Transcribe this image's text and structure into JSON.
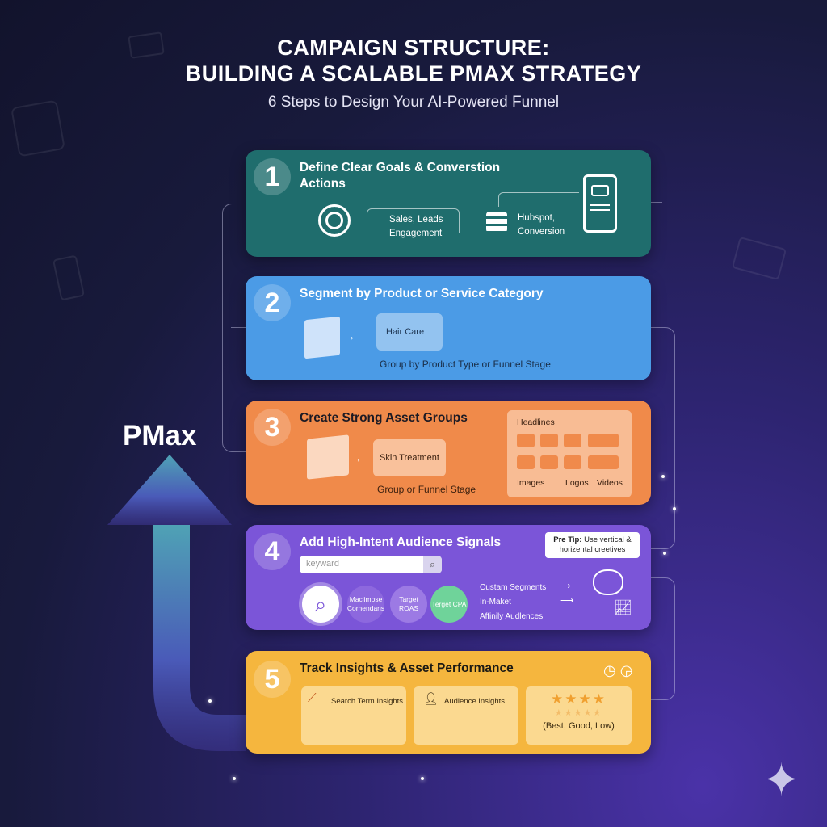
{
  "header": {
    "title_line1": "CAMPAIGN STRUCTURE:",
    "title_line2": "BUILDING A SCALABLE PMAX STRATEGY",
    "subtitle": "6 Steps to Design Your AI-Powered Funnel"
  },
  "arrow_label": "PMax",
  "steps": [
    {
      "number": "1",
      "title": "Define Clear Goals & Converstion Actions",
      "goals": "Sales, Leads\nEngagement",
      "tracking": "Hubspot,\nConversion",
      "color": "#1e6b6c"
    },
    {
      "number": "2",
      "title": "Segment by Product or Service Category",
      "category": "Hair Care",
      "caption": "Group by Product Type or Funnel Stage",
      "color": "#4b9be6"
    },
    {
      "number": "3",
      "title": "Create Strong Asset Groups",
      "group": "Skin Treatment",
      "caption": "Group or Funnel Stage",
      "assets_title": "Headlines",
      "asset_labels": [
        "Images",
        "Logos",
        "Videos"
      ],
      "color": "#f08a4a"
    },
    {
      "number": "4",
      "title": "Add High-Intent Audience Signals",
      "search_placeholder": "keyward",
      "tip_bold": "Pre Tip:",
      "tip_text": " Use vertical & horizental creetives",
      "circles": [
        "Maclimose Cornendans",
        "Target ROAS",
        "Terget CPA"
      ],
      "audiences": [
        "Custam Segments",
        "In-Maket",
        "Affinily Audlences"
      ],
      "color": "#7b55d8"
    },
    {
      "number": "5",
      "title": "Track Insights & Asset Performance",
      "insights": [
        "Search Term Insights",
        "Audience Insights"
      ],
      "rating_caption": "(Best, Good, Low)",
      "stars_top": "★★★★",
      "stars_bottom": "★★★★★",
      "color": "#f5b63e"
    }
  ]
}
